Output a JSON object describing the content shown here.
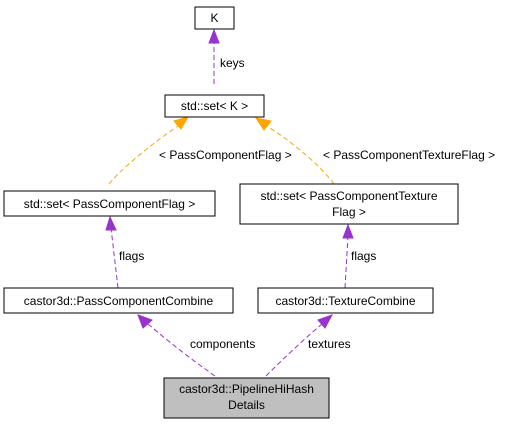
{
  "diagram": {
    "nodes": {
      "k": "K",
      "std_set_k": "std::set< K >",
      "std_set_pass_component_flag": "std::set< PassComponentFlag >",
      "std_set_pass_component_texture_flag_line1": "std::set< PassComponentTexture",
      "std_set_pass_component_texture_flag_line2": "Flag >",
      "pass_component_combine": "castor3d::PassComponentCombine",
      "texture_combine": "castor3d::TextureCombine",
      "pipeline_hi_hash_details_line1": "castor3d::PipelineHiHash",
      "pipeline_hi_hash_details_line2": "Details"
    },
    "edges": {
      "keys": "keys",
      "pass_component_flag": "< PassComponentFlag >",
      "pass_component_texture_flag": "< PassComponentTextureFlag >",
      "flags_left": "flags",
      "flags_right": "flags",
      "components": "components",
      "textures": "textures"
    },
    "colors": {
      "usage_edge": "#9a32cd",
      "template_edge": "#ffa500",
      "focus_node_fill": "#bfbfbf",
      "node_fill": "#ffffff"
    }
  }
}
